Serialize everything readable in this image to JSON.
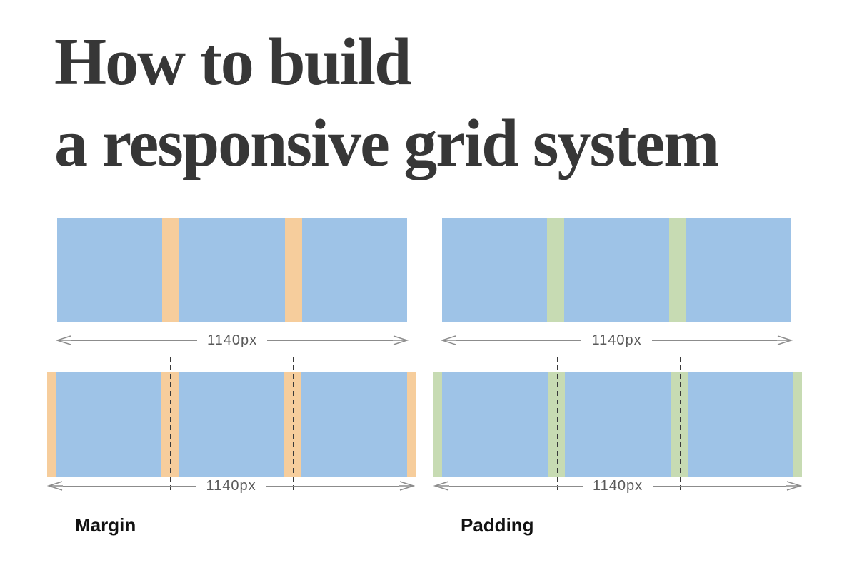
{
  "title": {
    "line1": "How to build",
    "line2": "a responsive grid system"
  },
  "colors": {
    "background": "#ffffff",
    "title_text": "#373737",
    "column_blue": "#9ec3e7",
    "margin_orange": "#f6cd9c",
    "padding_green": "#c7dbb3",
    "arrow_gray": "#8c8c8c",
    "dimension_text": "#595959",
    "dashed_line": "#3a3a3a",
    "section_label_text": "#111111"
  },
  "diagrams": {
    "margin": {
      "section_label": "Margin",
      "top_dimension": "1140px",
      "bottom_dimension": "1140px"
    },
    "padding": {
      "section_label": "Padding",
      "top_dimension": "1140px",
      "bottom_dimension": "1140px"
    }
  }
}
